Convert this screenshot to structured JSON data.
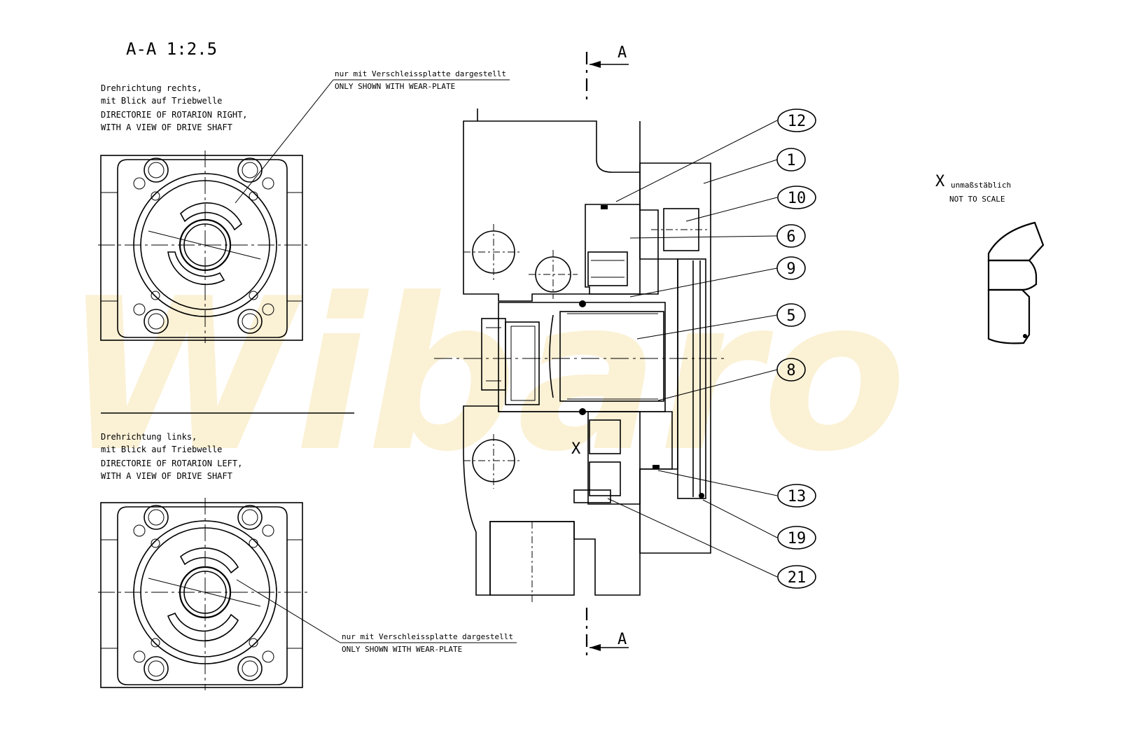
{
  "section_title": "A-A 1:2.5",
  "view_right": {
    "lines": [
      "Drehrichtung rechts,",
      "mit Blick auf Triebwelle",
      "DIRECTORIE OF ROTARION RIGHT,",
      "WITH A VIEW OF DRIVE SHAFT"
    ]
  },
  "view_left": {
    "lines": [
      "Drehrichtung links,",
      "mit Blick auf Triebwelle",
      "DIRECTORIE OF ROTARION LEFT,",
      "WITH A VIEW OF DRIVE SHAFT"
    ]
  },
  "wear_plate_note": {
    "de": "nur mit Verschleissplatte dargestellt",
    "en": "ONLY SHOWN WITH WEAR-PLATE"
  },
  "section_marker": "A",
  "detail": {
    "letter": "X",
    "de": "unmaßstäblich",
    "en": "NOT TO SCALE"
  },
  "detail_marker": "X",
  "balloons": [
    "12",
    "1",
    "10",
    "6",
    "9",
    "5",
    "8",
    "13",
    "19",
    "21"
  ],
  "watermark": "Wibaro",
  "colors": {
    "line": "#000000",
    "watermark": "#f5d98a"
  }
}
